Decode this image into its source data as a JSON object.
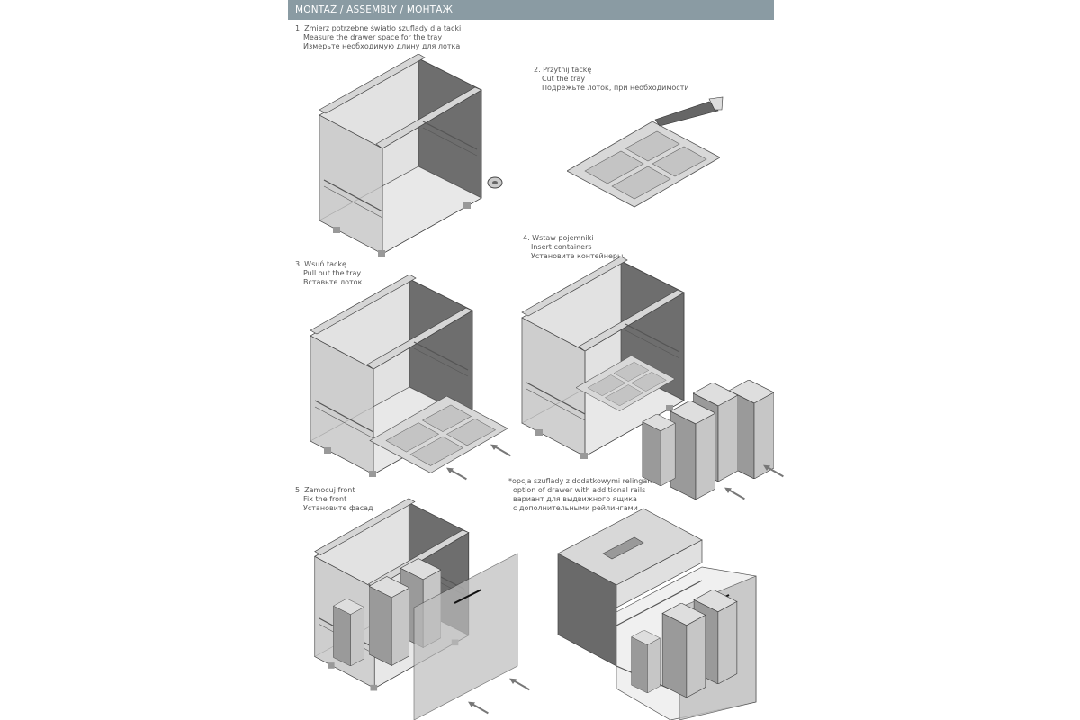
{
  "header": {
    "title": "MONTAŻ / ASSEMBLY / MOНТАЖ"
  },
  "steps": [
    {
      "pl": "1. Zmierz potrzebne światło szuflady dla tacki",
      "en": "Measure the drawer space for the tray",
      "ru": "Измерьте необходимую длину для лотка"
    },
    {
      "pl": "2. Przytnij tackę",
      "en": "Cut the tray",
      "ru": "Подрежьте лоток, при необходимости"
    },
    {
      "pl": "3. Wsuń tackę",
      "en": "Pull out the tray",
      "ru": "Вставьте лоток"
    },
    {
      "pl": "4. Wstaw pojemniki",
      "en": "Insert containers",
      "ru": "Установите контейнеры"
    },
    {
      "pl": "5. Zamocuj front",
      "en": "Fix the front",
      "ru": "Установите фасад"
    },
    {
      "pl": "*opcja szuflady z dodatkowymi relingami",
      "en": "option of drawer with additional rails",
      "ru": "вариант для выдвижного ящика",
      "ru2": "с дополнительными рейлингами"
    }
  ]
}
